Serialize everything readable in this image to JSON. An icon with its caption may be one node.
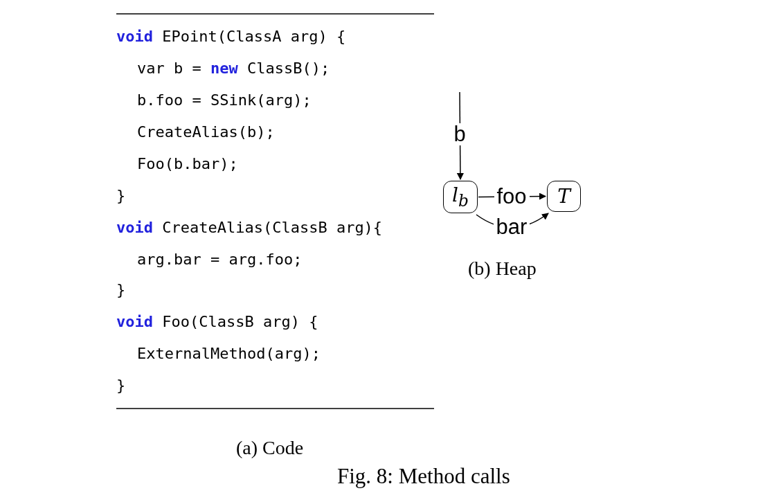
{
  "diagram": {
    "caption": "Fig. 8: Method calls",
    "nodes": [
      {
        "text": [
          "l$_{b}$"
        ]
      },
      {
        "text": [
          "T"
        ]
      }
    ],
    "edges": [
      {
        "from": null,
        "to": 0,
        "arrow": "to",
        "label": "b"
      },
      {
        "from": 0,
        "to": 1,
        "arrow": "to",
        "label": "foo"
      },
      {
        "from": 0,
        "to": 1,
        "arrow": "to",
        "label": "bar"
      }
    ],
    "labels": [
      "**void** EPoint(ClassA arg) {",
      "var b = **new** ClassB();",
      "b.foo = SSink(arg);",
      "CreateAlias(b);",
      "Foo(b.bar);",
      "}",
      "**void** CreateAlias(ClassB arg){",
      "arg.bar = arg.foo;",
      "}",
      "**void** Foo(ClassB arg) {",
      "ExternalMethod(arg);",
      "}",
      "(b) Heap",
      "(a) Code"
    ]
  }
}
